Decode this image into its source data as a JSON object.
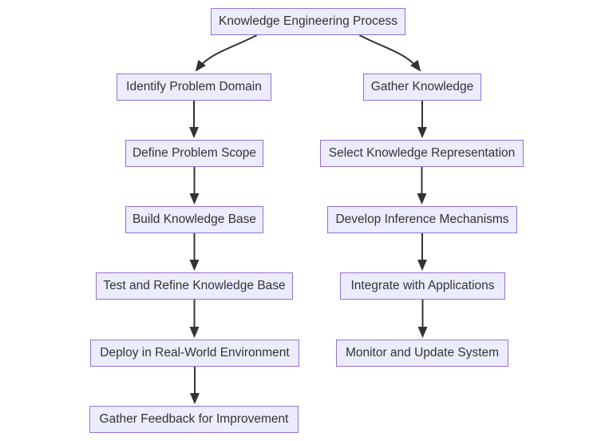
{
  "diagram": {
    "type": "flowchart",
    "direction": "top-down",
    "colors": {
      "node_fill": "#ECECFF",
      "node_border": "#9370DB",
      "text": "#333333",
      "arrow": "#333333",
      "background": "#FFFFFF"
    },
    "nodes": [
      {
        "id": "root",
        "label": "Knowledge Engineering Process"
      },
      {
        "id": "identify-problem-domain",
        "label": "Identify Problem Domain"
      },
      {
        "id": "define-problem-scope",
        "label": "Define Problem Scope"
      },
      {
        "id": "build-knowledge-base",
        "label": "Build Knowledge Base"
      },
      {
        "id": "test-refine-knowledge-base",
        "label": "Test and Refine Knowledge Base"
      },
      {
        "id": "deploy-real-world",
        "label": "Deploy in Real-World Environment"
      },
      {
        "id": "gather-feedback",
        "label": "Gather Feedback for Improvement"
      },
      {
        "id": "gather-knowledge",
        "label": "Gather Knowledge"
      },
      {
        "id": "select-knowledge-representation",
        "label": "Select Knowledge Representation"
      },
      {
        "id": "develop-inference-mechanisms",
        "label": "Develop Inference Mechanisms"
      },
      {
        "id": "integrate-with-applications",
        "label": "Integrate with Applications"
      },
      {
        "id": "monitor-update-system",
        "label": "Monitor and Update System"
      }
    ],
    "edges": [
      {
        "from": "root",
        "to": "identify-problem-domain"
      },
      {
        "from": "root",
        "to": "gather-knowledge"
      },
      {
        "from": "identify-problem-domain",
        "to": "define-problem-scope"
      },
      {
        "from": "define-problem-scope",
        "to": "build-knowledge-base"
      },
      {
        "from": "build-knowledge-base",
        "to": "test-refine-knowledge-base"
      },
      {
        "from": "test-refine-knowledge-base",
        "to": "deploy-real-world"
      },
      {
        "from": "deploy-real-world",
        "to": "gather-feedback"
      },
      {
        "from": "gather-knowledge",
        "to": "select-knowledge-representation"
      },
      {
        "from": "select-knowledge-representation",
        "to": "develop-inference-mechanisms"
      },
      {
        "from": "develop-inference-mechanisms",
        "to": "integrate-with-applications"
      },
      {
        "from": "integrate-with-applications",
        "to": "monitor-update-system"
      }
    ]
  }
}
